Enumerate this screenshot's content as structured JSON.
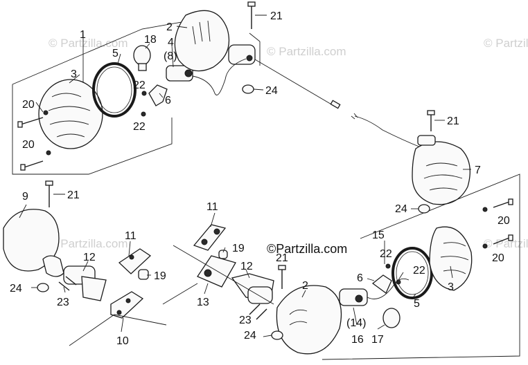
{
  "watermark": "© Partzilla.com",
  "credit": "©Partzilla.com",
  "callouts": [
    "1",
    "2",
    "3",
    "4",
    "(8)",
    "5",
    "6",
    "18",
    "20",
    "20",
    "21",
    "21",
    "21",
    "22",
    "22",
    "24",
    "7",
    "9",
    "10",
    "11",
    "11",
    "12",
    "12",
    "13",
    "19",
    "19",
    "23",
    "23",
    "24",
    "24",
    "2",
    "3",
    "5",
    "6",
    "15",
    "16",
    "17",
    "(14)",
    "20",
    "20",
    "21",
    "22",
    "22",
    "24"
  ]
}
